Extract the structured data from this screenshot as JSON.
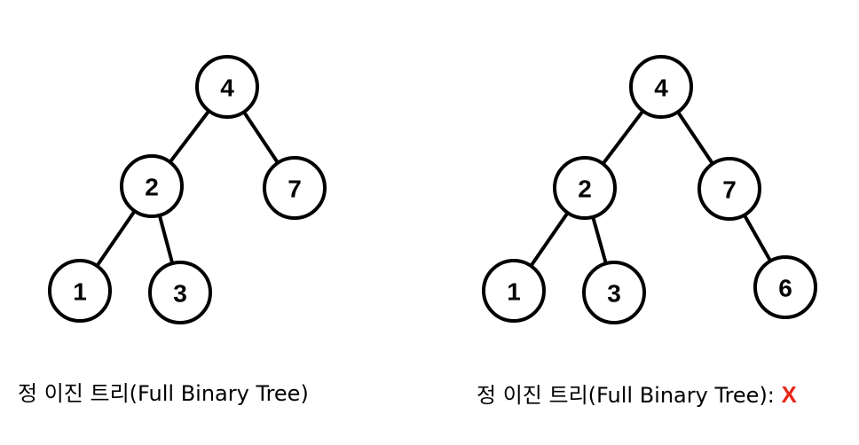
{
  "trees": [
    {
      "nodes": [
        {
          "id": "n4",
          "label": "4"
        },
        {
          "id": "n2",
          "label": "2"
        },
        {
          "id": "n7",
          "label": "7"
        },
        {
          "id": "n1",
          "label": "1"
        },
        {
          "id": "n3",
          "label": "3"
        }
      ],
      "edges": [
        [
          "n4",
          "n2"
        ],
        [
          "n4",
          "n7"
        ],
        [
          "n2",
          "n1"
        ],
        [
          "n2",
          "n3"
        ]
      ],
      "caption": "정 이진 트리(Full Binary Tree)",
      "mark": ""
    },
    {
      "nodes": [
        {
          "id": "m4",
          "label": "4"
        },
        {
          "id": "m2",
          "label": "2"
        },
        {
          "id": "m7",
          "label": "7"
        },
        {
          "id": "m1",
          "label": "1"
        },
        {
          "id": "m3",
          "label": "3"
        },
        {
          "id": "m6",
          "label": "6"
        }
      ],
      "edges": [
        [
          "m4",
          "m2"
        ],
        [
          "m4",
          "m7"
        ],
        [
          "m2",
          "m1"
        ],
        [
          "m2",
          "m3"
        ],
        [
          "m7",
          "m6"
        ]
      ],
      "caption": "정 이진 트리(Full Binary Tree): ",
      "mark": "X"
    }
  ],
  "colors": {
    "line": "#000000",
    "node_fill": "#ffffff",
    "mark": "#e8261a"
  }
}
